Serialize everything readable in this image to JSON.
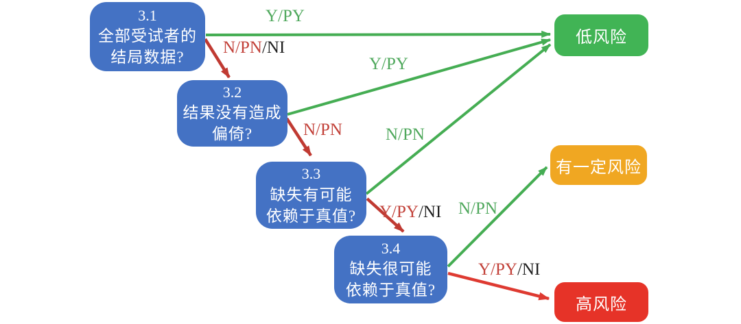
{
  "colors": {
    "node_blue": "#4472C4",
    "green_box": "#41B455",
    "orange_box": "#F0A722",
    "red_box": "#E63328",
    "edge_green": "#45AD53",
    "edge_red": "#C03A32",
    "edge_red_bright": "#DE3A31",
    "label_green": "#4FA85C",
    "label_red": "#C24139",
    "label_black": "#1F1F1F",
    "text_white": "#FFFFFF"
  },
  "nodes": {
    "q31": {
      "num": "3.1",
      "line1": "全部受试者的",
      "line2": "结局数据?"
    },
    "q32": {
      "num": "3.2",
      "line1": "结果没有造成",
      "line2": "偏倚?"
    },
    "q33": {
      "num": "3.3",
      "line1": "缺失有可能",
      "line2": "依赖于真值?"
    },
    "q34": {
      "num": "3.4",
      "line1": "缺失很可能",
      "line2": "依赖于真值?"
    },
    "low_risk": {
      "label": "低风险"
    },
    "some_risk": {
      "label": "有一定风险"
    },
    "high_risk": {
      "label": "高风险"
    }
  },
  "edge_labels": {
    "q31_low": {
      "green": "Y/PY"
    },
    "q31_q32": {
      "red": "N/PN",
      "black": "/NI"
    },
    "q32_low": {
      "green": "Y/PY"
    },
    "q32_q33": {
      "red": "N/PN"
    },
    "q33_low": {
      "green": "N/PN"
    },
    "q33_q34": {
      "red": "Y/PY",
      "black": "/NI"
    },
    "q34_some": {
      "green": "N/PN"
    },
    "q34_high": {
      "red": "Y/PY",
      "black": "/NI"
    }
  }
}
